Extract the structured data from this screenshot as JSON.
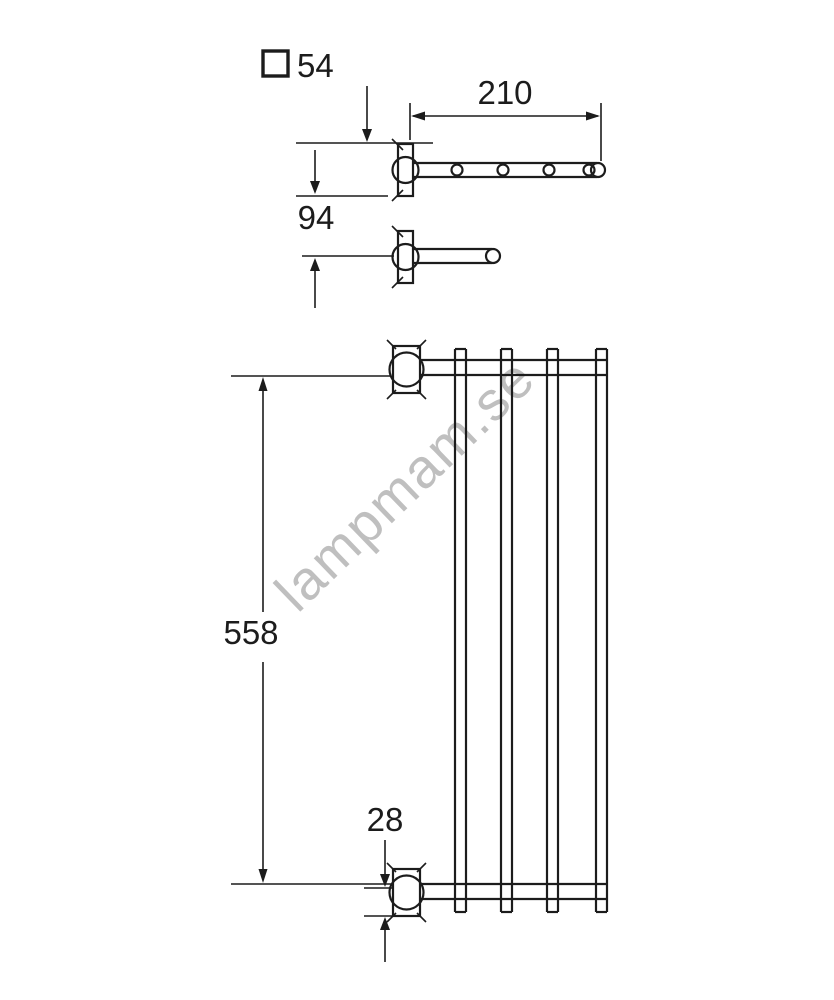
{
  "colors": {
    "background": "#ffffff",
    "line": "#1c1c1c",
    "watermark": "#b4b4b4"
  },
  "watermark": {
    "text": "lampmam.se"
  },
  "drawing": {
    "type": "technical-dimension-drawing",
    "subject": "wall-mounted towel rack, side view (top) and front view (bottom)"
  },
  "dimensions": {
    "square_plate": "54",
    "arm_length": "210",
    "arm_spacing": "94",
    "overall_height": "558",
    "bottom_gap": "28"
  }
}
